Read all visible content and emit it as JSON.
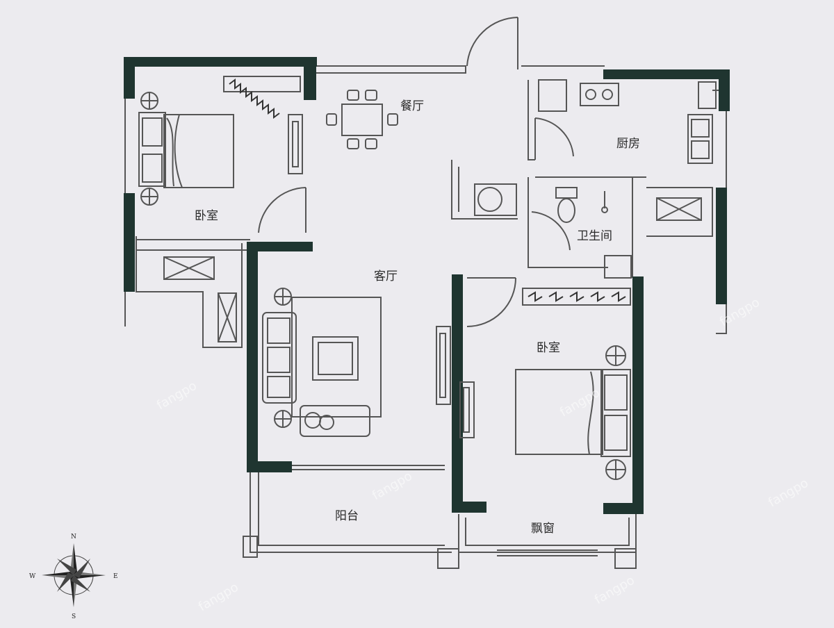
{
  "rooms": {
    "bedroom_nw": "卧室",
    "dining": "餐厅",
    "kitchen": "厨房",
    "bathroom": "卫生间",
    "living": "客厅",
    "bedroom_se": "卧室",
    "balcony": "阳台",
    "bay_window": "飘窗"
  },
  "compass": {
    "north": "N",
    "south": "S",
    "east": "E",
    "west": "W"
  },
  "watermark": "fangpo",
  "colors": {
    "wall": "#1f3530",
    "line": "#555555",
    "background": "#ecebef"
  }
}
